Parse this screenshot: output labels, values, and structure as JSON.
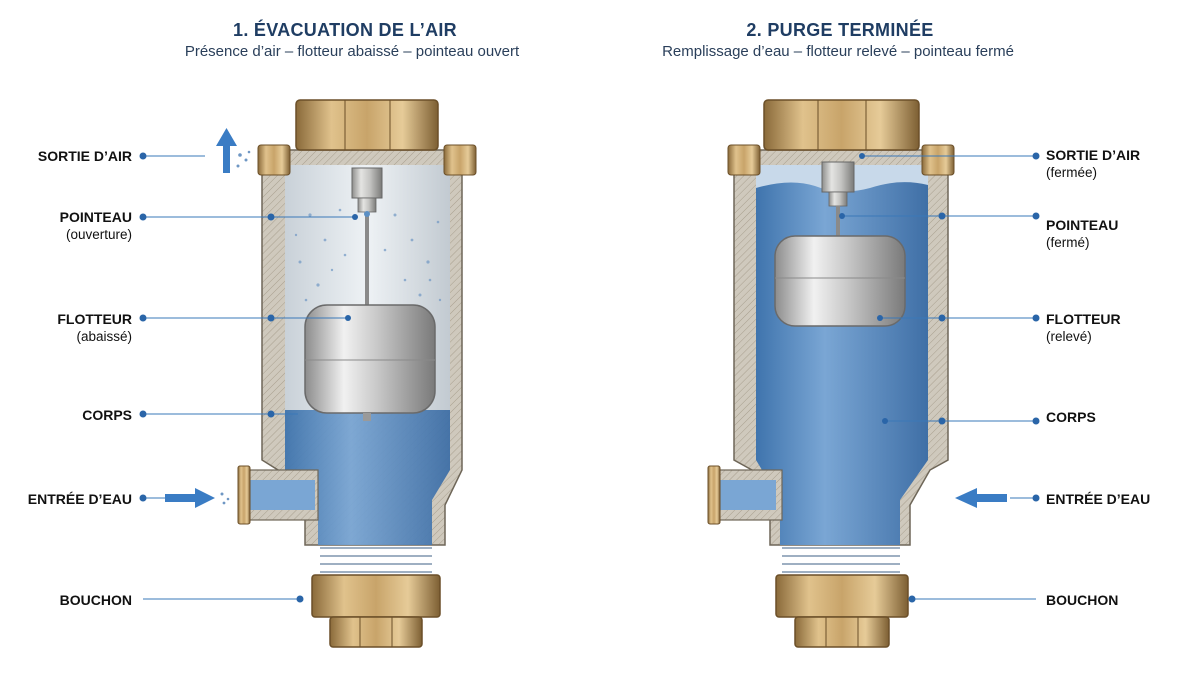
{
  "panels": [
    {
      "title": "1. ÉVACUATION DE L’AIR",
      "subtitle": "Présence d’air – flotteur abaissé – pointeau ouvert",
      "labels": {
        "sortie_air": {
          "name": "SORTIE D’AIR",
          "state": ""
        },
        "pointeau": {
          "name": "POINTEAU",
          "state": "(ouverture)"
        },
        "flotteur": {
          "name": "FLOTTEUR",
          "state": "(abaissé)"
        },
        "corps": {
          "name": "CORPS",
          "state": ""
        },
        "entree_eau": {
          "name": "ENTRÉE D’EAU",
          "state": ""
        },
        "bouchon": {
          "name": "BOUCHON",
          "state": ""
        }
      },
      "float_position": "lowered",
      "needle_state": "open",
      "water_level": "lower half"
    },
    {
      "title": "2. PURGE TERMINÉE",
      "subtitle": "Remplissage d’eau – flotteur relevé – pointeau fermé",
      "labels": {
        "sortie_air": {
          "name": "SORTIE D’AIR",
          "state": "(fermée)"
        },
        "pointeau": {
          "name": "POINTEAU",
          "state": "(fermé)"
        },
        "flotteur": {
          "name": "FLOTTEUR",
          "state": "(relevé)"
        },
        "corps": {
          "name": "CORPS",
          "state": ""
        },
        "entree_eau": {
          "name": "ENTRÉE D’EAU",
          "state": ""
        },
        "bouchon": {
          "name": "BOUCHON",
          "state": ""
        }
      },
      "float_position": "raised",
      "needle_state": "closed",
      "water_level": "full"
    }
  ],
  "colors": {
    "title": "#1f3d63",
    "brass": "#c8a46a",
    "brass_dark": "#8a6a3a",
    "body_metal": "#bfbfbd",
    "water": "#5b8fc4",
    "air": "#dfe6ec",
    "leader_line": "#3a78b8",
    "arrow": "#3a7cc4"
  }
}
